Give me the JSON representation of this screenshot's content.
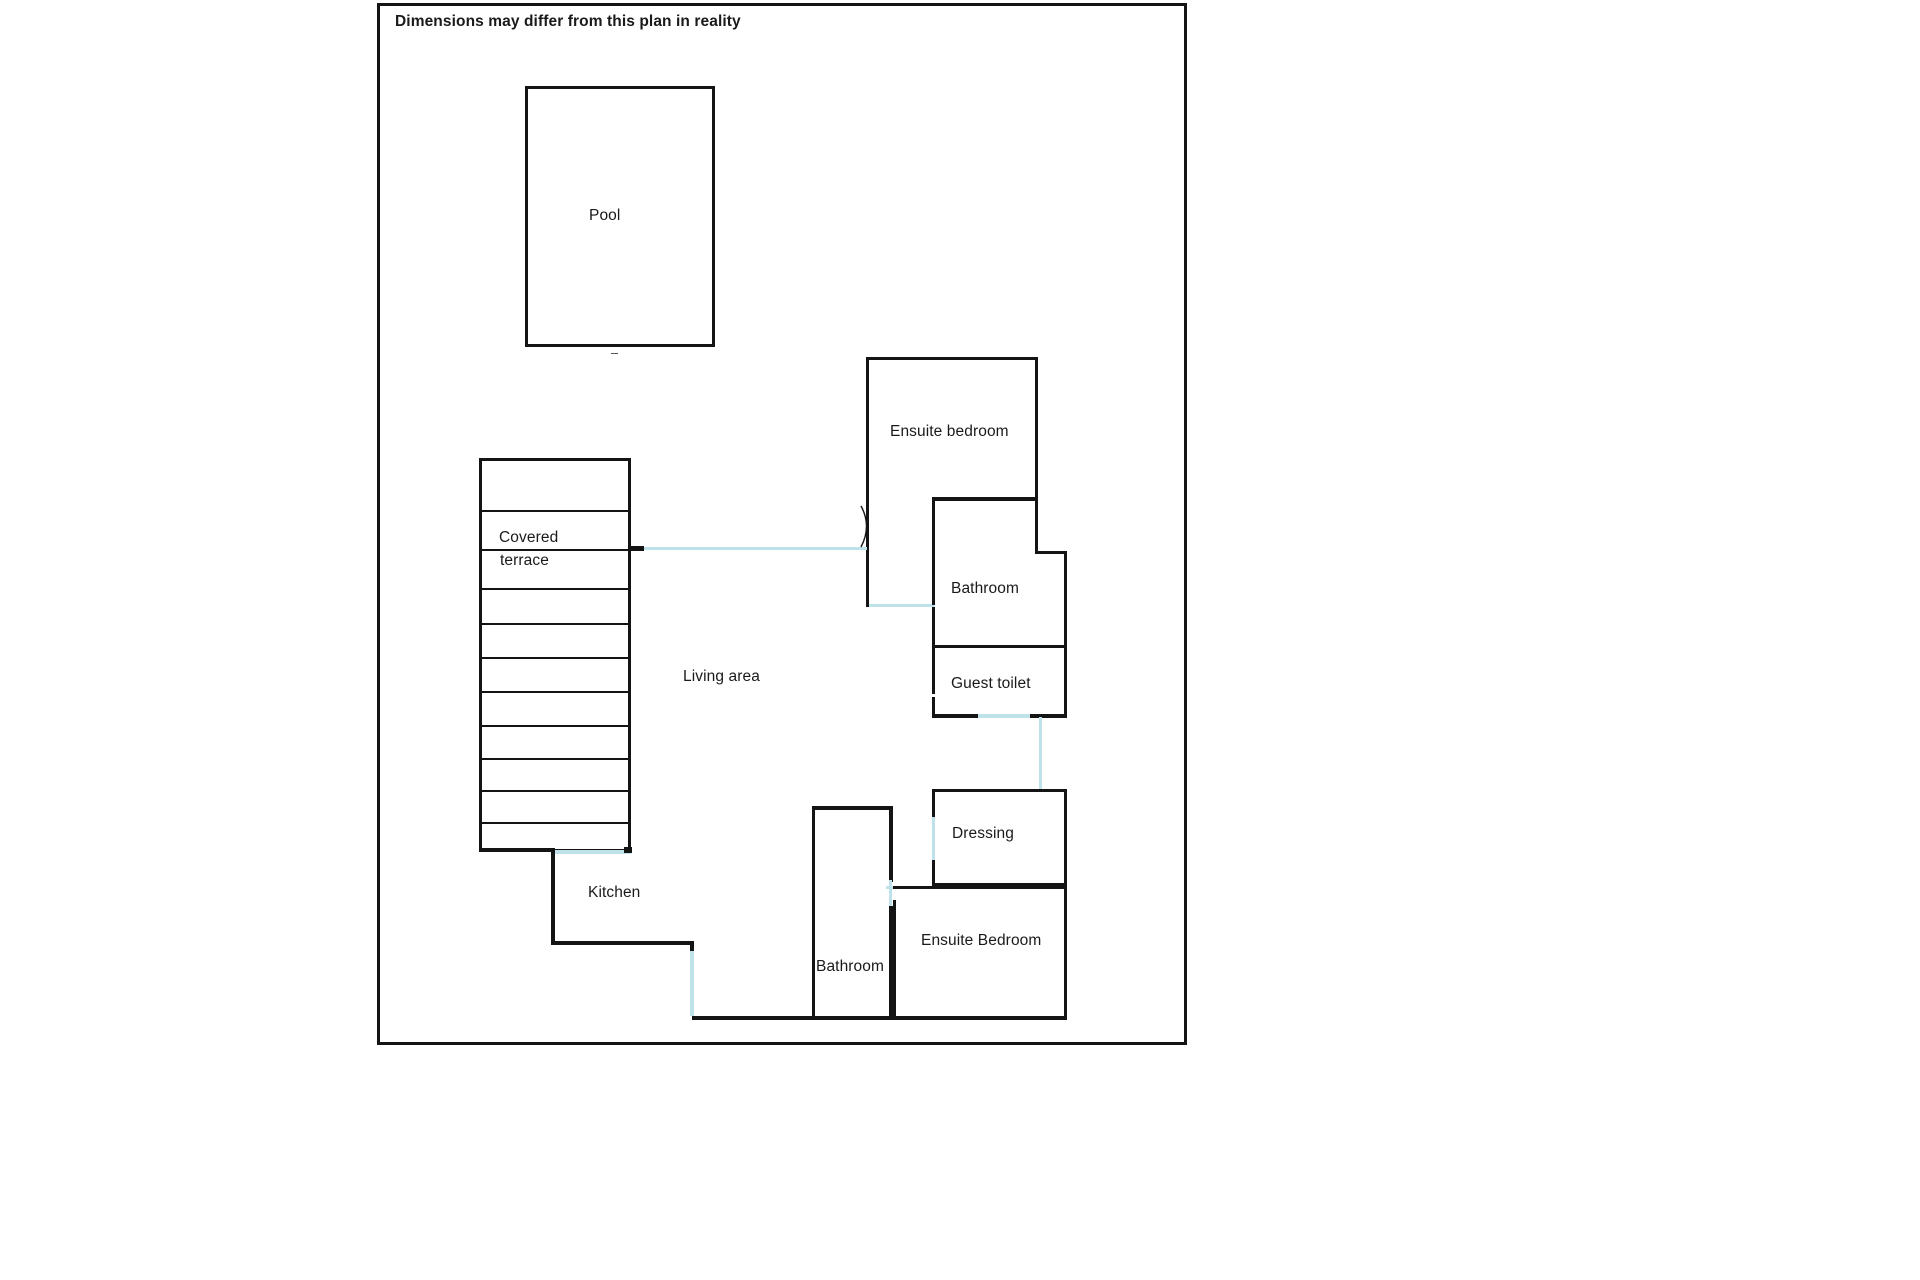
{
  "document": {
    "type": "floor-plan",
    "title": "Dimensions may differ from this plan in reality",
    "sheet_border_color": "#141414",
    "background_color": "#ffffff",
    "wall_color": "#141414",
    "door_color": "#bfe2ea",
    "label_color": "#1a1a1a"
  },
  "rooms": [
    {
      "id": "pool",
      "label": "Pool"
    },
    {
      "id": "covered-terrace",
      "label_line1": "Covered",
      "label_line2": "terrace"
    },
    {
      "id": "living-area",
      "label": "Living area"
    },
    {
      "id": "ensuite-bedroom-top",
      "label": "Ensuite bedroom"
    },
    {
      "id": "bathroom-upper",
      "label": "Bathroom"
    },
    {
      "id": "guest-toilet",
      "label": "Guest toilet"
    },
    {
      "id": "dressing",
      "label": "Dressing"
    },
    {
      "id": "ensuite-bedroom-bottom",
      "label": "Ensuite Bedroom"
    },
    {
      "id": "kitchen",
      "label": "Kitchen"
    },
    {
      "id": "bathroom-lower",
      "label": "Bathroom"
    }
  ],
  "labels": {
    "pool": "Pool",
    "covered_terrace_line1": "Covered",
    "covered_terrace_line2": "terrace",
    "living_area": "Living area",
    "ensuite_bedroom_top": "Ensuite bedroom",
    "bathroom_upper": "Bathroom",
    "guest_toilet": "Guest toilet",
    "dressing": "Dressing",
    "ensuite_bedroom_bottom": "Ensuite Bedroom",
    "kitchen": "Kitchen",
    "bathroom_lower": "Bathroom"
  }
}
